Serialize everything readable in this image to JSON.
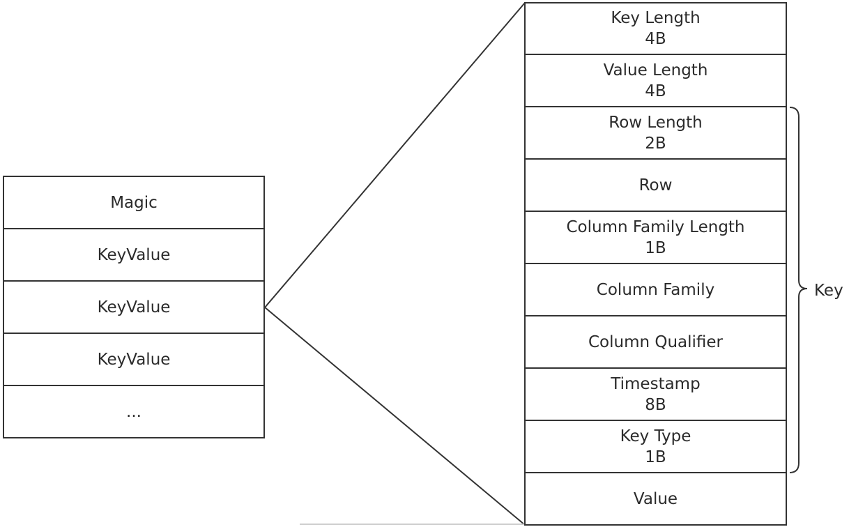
{
  "record_block": {
    "rows": [
      {
        "label": "Magic"
      },
      {
        "label": "KeyValue"
      },
      {
        "label": "KeyValue"
      },
      {
        "label": "KeyValue"
      },
      {
        "label": "..."
      }
    ]
  },
  "keyvalue_detail": {
    "fields": [
      {
        "name": "Key Length",
        "size": "4B"
      },
      {
        "name": "Value Length",
        "size": "4B"
      },
      {
        "name": "Row Length",
        "size": "2B"
      },
      {
        "name": "Row",
        "size": ""
      },
      {
        "name": "Column Family Length",
        "size": "1B"
      },
      {
        "name": "Column Family",
        "size": ""
      },
      {
        "name": "Column Qualifier",
        "size": ""
      },
      {
        "name": "Timestamp",
        "size": "8B"
      },
      {
        "name": "Key Type",
        "size": "1B"
      },
      {
        "name": "Value",
        "size": ""
      }
    ]
  },
  "brace": {
    "label": "Key"
  }
}
